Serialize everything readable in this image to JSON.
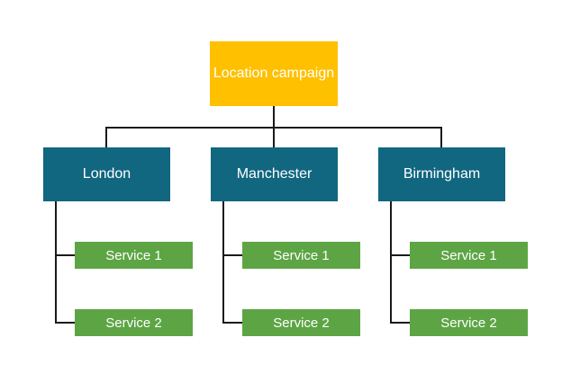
{
  "root": {
    "label": "Location campaign"
  },
  "locations": [
    {
      "label": "London",
      "services": [
        {
          "label": "Service 1"
        },
        {
          "label": "Service 2"
        }
      ]
    },
    {
      "label": "Manchester",
      "services": [
        {
          "label": "Service 1"
        },
        {
          "label": "Service 2"
        }
      ]
    },
    {
      "label": "Birmingham",
      "services": [
        {
          "label": "Service 1"
        },
        {
          "label": "Service 2"
        }
      ]
    }
  ],
  "colors": {
    "root_fill": "#FFC000",
    "location_fill": "#116680",
    "service_fill": "#5DA544",
    "connector": "#1a1a1a",
    "text": "#FFFFFF"
  }
}
